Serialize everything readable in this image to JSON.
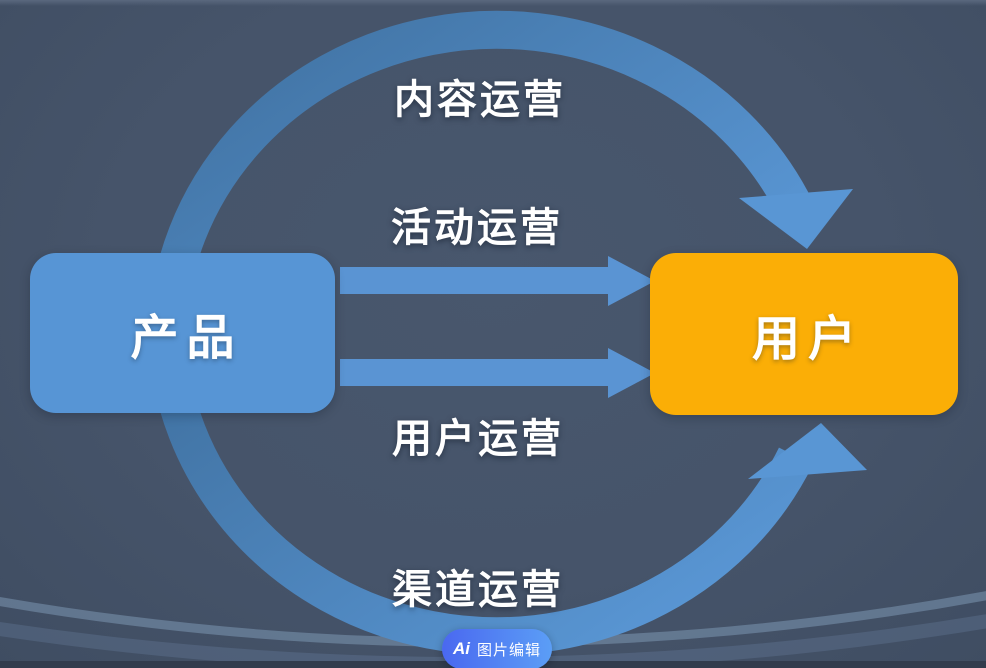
{
  "diagram": {
    "title_implied": "",
    "left_node": {
      "label": "产品",
      "color": "#5795d5",
      "text_color": "#ffffff"
    },
    "right_node": {
      "label": "用户",
      "color": "#fbae06",
      "text_color": "#ffffff"
    },
    "flows": [
      {
        "label": "内容运营",
        "path": "arc-top",
        "from": "产品",
        "to": "用户"
      },
      {
        "label": "活动运营",
        "path": "straight-1",
        "from": "产品",
        "to": "用户"
      },
      {
        "label": "用户运营",
        "path": "straight-2",
        "from": "产品",
        "to": "用户"
      },
      {
        "label": "渠道运营",
        "path": "arc-bottom",
        "from": "产品",
        "to": "用户"
      }
    ],
    "colors": {
      "background": "#46546a",
      "straight_arrow": "#5a94d3",
      "arc_start": "#3f709f",
      "arc_end": "#5996d4",
      "bottom_swoosh": "#8aa6c4"
    }
  },
  "watermark": {
    "logo": "Ai",
    "label": "图片编辑",
    "gradient_start": "#4a68f0",
    "gradient_end": "#5b9ef6"
  }
}
